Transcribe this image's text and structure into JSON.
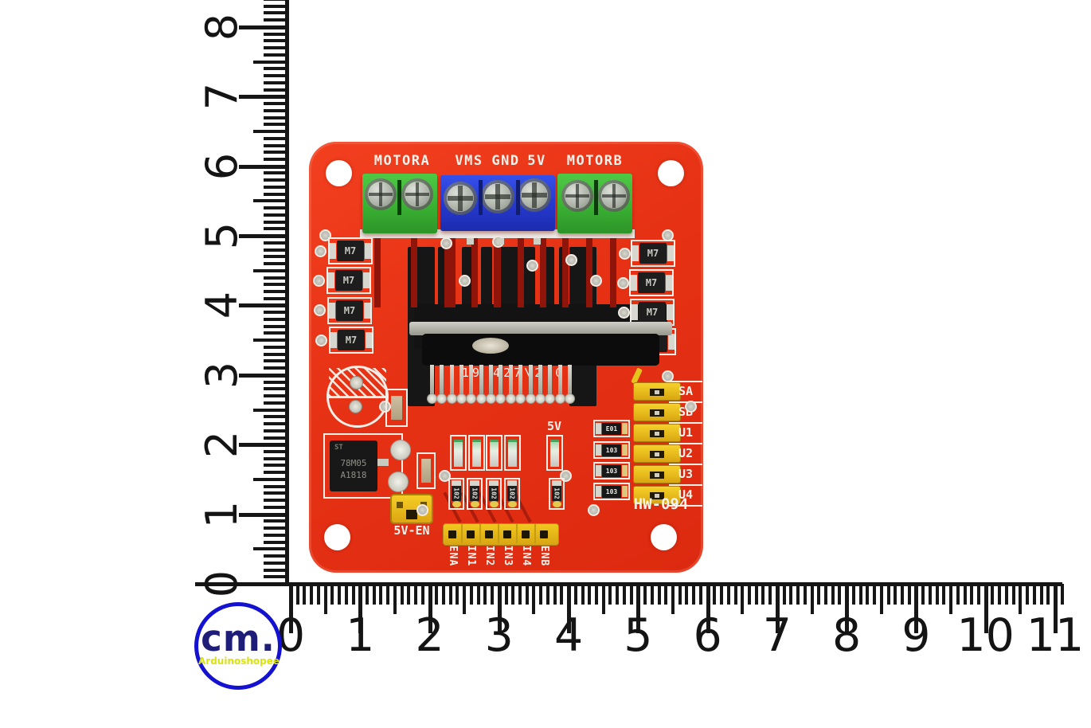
{
  "ruler": {
    "unit_label": "cm.",
    "brand": "Arduinoshopee",
    "vertical_numbers": [
      "0",
      "1",
      "2",
      "3",
      "4",
      "5",
      "6",
      "7",
      "8"
    ],
    "horizontal_numbers": [
      "0",
      "1",
      "2",
      "3",
      "4",
      "5",
      "6",
      "7",
      "8",
      "9",
      "10",
      "11"
    ]
  },
  "board": {
    "model": "HW-094",
    "top_labels": [
      "MOTORA",
      "VMS",
      "GND",
      "5V",
      "MOTORB"
    ],
    "chip_marking": "19 427\\2 0",
    "regulator": {
      "brand_mark": "ST",
      "line1": "78M05",
      "line2": "A1818"
    },
    "diode_label": "M7",
    "jumper_labels": [
      "SA",
      "SB",
      "U1",
      "U2",
      "U3",
      "U4"
    ],
    "header_labels": [
      "ENA",
      "IN1",
      "IN2",
      "IN3",
      "IN4",
      "ENB"
    ],
    "enable_jumper_label": "5V-EN",
    "led_supply_label": "5V",
    "right_resistor_labels": [
      "E01",
      "103",
      "103",
      "103"
    ],
    "bottom_resistor_labels": [
      "102",
      "102",
      "102",
      "102",
      "102"
    ],
    "colors": {
      "pcb_red": "#e8301a",
      "terminal_green": "#3cb93a",
      "terminal_blue": "#2a42d8",
      "jumper_yellow": "#f0c41e",
      "silkscreen": "#f3efe8",
      "ruler_black": "#161616",
      "logo_blue": "#1412d0",
      "logo_text": "#1e1e78",
      "brand_yellow": "#d9e312"
    }
  }
}
